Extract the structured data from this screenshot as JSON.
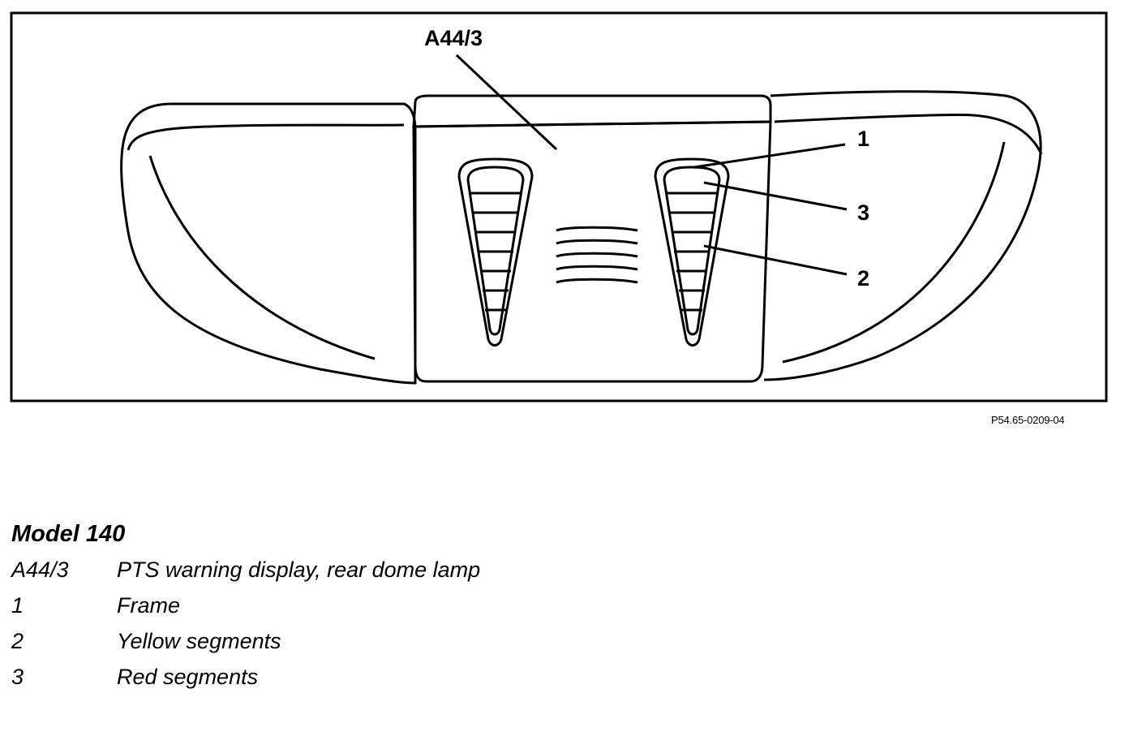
{
  "figure": {
    "callouts": {
      "component": "A44/3",
      "frame": "1",
      "red": "3",
      "yellow": "2"
    },
    "drawing_code": "P54.65-0209-04"
  },
  "legend": {
    "title": "Model 140",
    "items": [
      {
        "key": "A44/3",
        "text": "PTS warning display, rear dome lamp"
      },
      {
        "key": "1",
        "text": "Frame"
      },
      {
        "key": "2",
        "text": "Yellow segments"
      },
      {
        "key": "3",
        "text": "Red segments"
      }
    ]
  }
}
